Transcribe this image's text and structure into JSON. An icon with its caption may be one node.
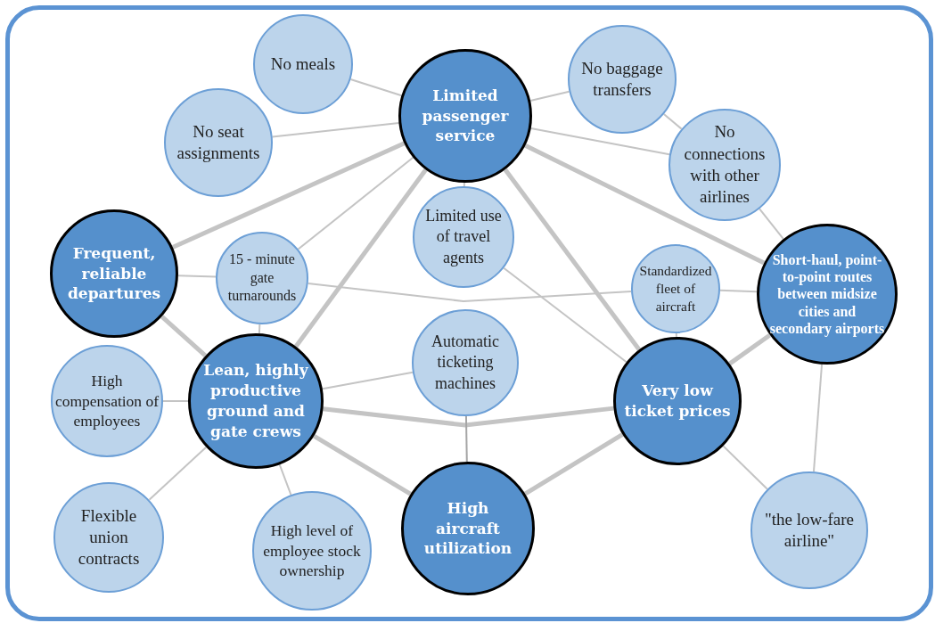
{
  "diagram": {
    "nodes": [
      {
        "text": [
          "Limited passenger service"
        ]
      },
      {
        "text": [
          "No meals"
        ]
      },
      {
        "text": [
          "No baggage transfers"
        ]
      },
      {
        "text": [
          "No seat assignments"
        ]
      },
      {
        "text": [
          "No connections with other airlines"
        ]
      },
      {
        "text": [
          "Frequent, reliable departures"
        ]
      },
      {
        "text": [
          "15 - minute gate turnarounds"
        ]
      },
      {
        "text": [
          "Limited use of travel agents"
        ]
      },
      {
        "text": [
          "Standardized fleet of aircraft"
        ]
      },
      {
        "text": [
          "Short-haul, point-to-point routes between midsize cities and secondary airports"
        ]
      },
      {
        "text": [
          "High compensation of employees"
        ]
      },
      {
        "text": [
          "Lean, highly productive ground and gate crews"
        ]
      },
      {
        "text": [
          "Automatic ticketing machines"
        ]
      },
      {
        "text": [
          "Very low ticket prices"
        ]
      },
      {
        "text": [
          "Flexible union contracts"
        ]
      },
      {
        "text": [
          "High level of employee stock ownership"
        ]
      },
      {
        "text": [
          "High aircraft utilization"
        ]
      },
      {
        "text": [
          "\"the low-fare airline\""
        ]
      }
    ],
    "edges": [
      {
        "from": 0,
        "to": 1,
        "arrow": "none"
      },
      {
        "from": 0,
        "to": 2,
        "arrow": "none"
      },
      {
        "from": 0,
        "to": 3,
        "arrow": "none"
      },
      {
        "from": 0,
        "to": 4,
        "arrow": "none"
      },
      {
        "from": 0,
        "to": 5,
        "arrow": "none",
        "style": "thick"
      },
      {
        "from": 0,
        "to": 6,
        "arrow": "none"
      },
      {
        "from": 0,
        "to": 7,
        "arrow": "none"
      },
      {
        "from": 0,
        "to": 11,
        "arrow": "none",
        "style": "thick"
      },
      {
        "from": 0,
        "to": 13,
        "arrow": "none",
        "style": "thick"
      },
      {
        "from": 0,
        "to": 9,
        "arrow": "none",
        "style": "thick"
      },
      {
        "from": 2,
        "to": 4,
        "arrow": "none"
      },
      {
        "from": 4,
        "to": 9,
        "arrow": "none"
      },
      {
        "from": 5,
        "to": 6,
        "arrow": "none"
      },
      {
        "from": 5,
        "to": 11,
        "arrow": "none",
        "style": "thick"
      },
      {
        "from": 6,
        "to": 8,
        "arrow": "none"
      },
      {
        "from": 6,
        "to": 11,
        "arrow": "none"
      },
      {
        "from": 7,
        "to": 13,
        "arrow": "none"
      },
      {
        "from": 8,
        "to": 9,
        "arrow": "none"
      },
      {
        "from": 8,
        "to": 13,
        "arrow": "none"
      },
      {
        "from": 9,
        "to": 13,
        "arrow": "none",
        "style": "thick"
      },
      {
        "from": 9,
        "to": 17,
        "arrow": "none"
      },
      {
        "from": 10,
        "to": 11,
        "arrow": "none"
      },
      {
        "from": 11,
        "to": 12,
        "arrow": "none"
      },
      {
        "from": 11,
        "to": 13,
        "arrow": "none",
        "style": "thick"
      },
      {
        "from": 11,
        "to": 14,
        "arrow": "none"
      },
      {
        "from": 11,
        "to": 15,
        "arrow": "none"
      },
      {
        "from": 11,
        "to": 16,
        "arrow": "none",
        "style": "thick"
      },
      {
        "from": 12,
        "to": 16,
        "arrow": "none",
        "color": "#a6a6a6"
      },
      {
        "from": 13,
        "to": 16,
        "arrow": "none",
        "style": "thick"
      },
      {
        "from": 13,
        "to": 17,
        "arrow": "none"
      }
    ]
  }
}
